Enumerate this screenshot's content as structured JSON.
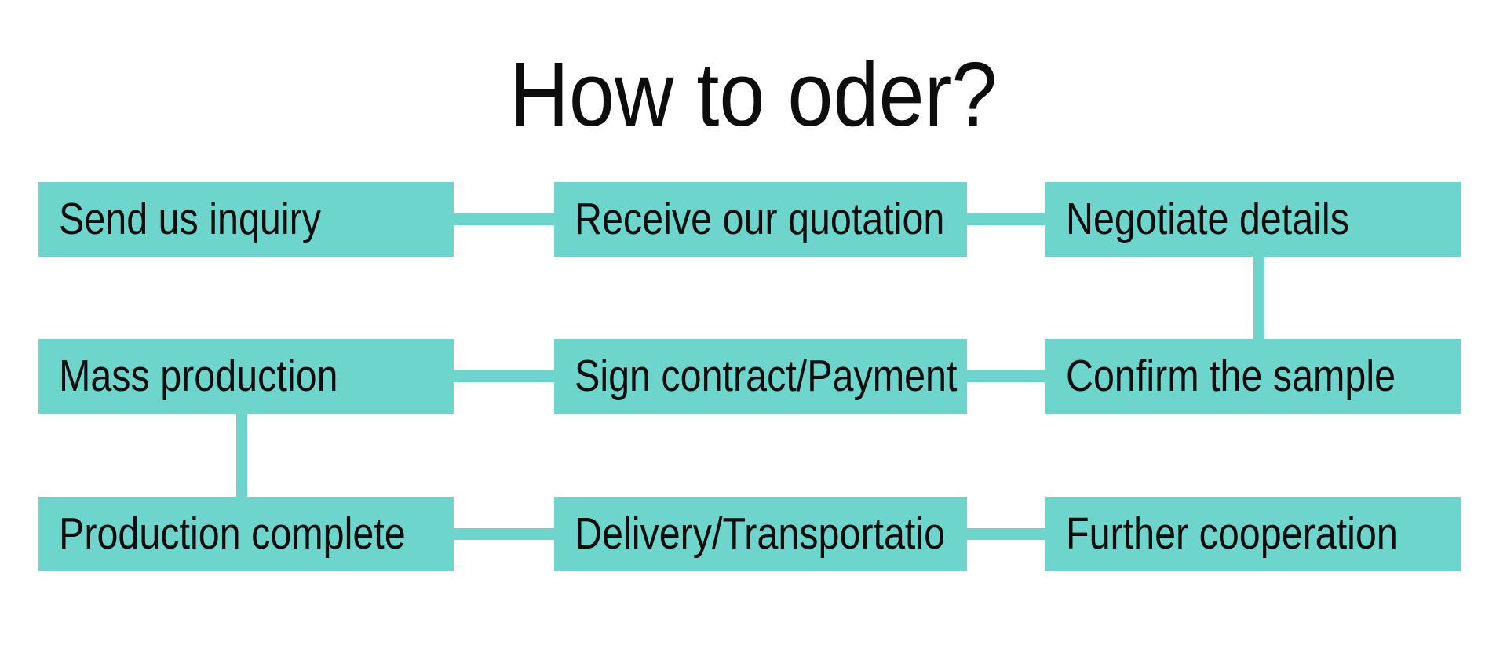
{
  "title": "How to oder?",
  "colors": {
    "background": "#ffffff",
    "box_fill": "#6ed5cc",
    "text": "#0d0d0d"
  },
  "flowchart": {
    "boxes": [
      {
        "id": "send-us-inquiry",
        "label": "Send us inquiry",
        "row": 1,
        "col": 1
      },
      {
        "id": "receive-our-quotation",
        "label": "Receive our quotation",
        "row": 1,
        "col": 2
      },
      {
        "id": "negotiate-details",
        "label": "Negotiate details",
        "row": 1,
        "col": 3
      },
      {
        "id": "mass-production",
        "label": "Mass production",
        "row": 2,
        "col": 1
      },
      {
        "id": "sign-contract-payment",
        "label": "Sign contract/Payment",
        "row": 2,
        "col": 2
      },
      {
        "id": "confirm-the-sample",
        "label": "Confirm the sample",
        "row": 2,
        "col": 3
      },
      {
        "id": "production-complete",
        "label": "Production complete",
        "row": 3,
        "col": 1
      },
      {
        "id": "delivery-transportation",
        "label": "Delivery/Transportatio",
        "row": 3,
        "col": 2
      },
      {
        "id": "further-cooperation",
        "label": "Further cooperation",
        "row": 3,
        "col": 3
      }
    ],
    "connections": [
      {
        "from": "send-us-inquiry",
        "to": "receive-our-quotation",
        "type": "horizontal"
      },
      {
        "from": "receive-our-quotation",
        "to": "negotiate-details",
        "type": "horizontal"
      },
      {
        "from": "negotiate-details",
        "to": "confirm-the-sample",
        "type": "vertical"
      },
      {
        "from": "confirm-the-sample",
        "to": "sign-contract-payment",
        "type": "horizontal"
      },
      {
        "from": "sign-contract-payment",
        "to": "mass-production",
        "type": "horizontal"
      },
      {
        "from": "mass-production",
        "to": "production-complete",
        "type": "vertical"
      },
      {
        "from": "production-complete",
        "to": "delivery-transportation",
        "type": "horizontal"
      },
      {
        "from": "delivery-transportation",
        "to": "further-cooperation",
        "type": "horizontal"
      }
    ]
  }
}
